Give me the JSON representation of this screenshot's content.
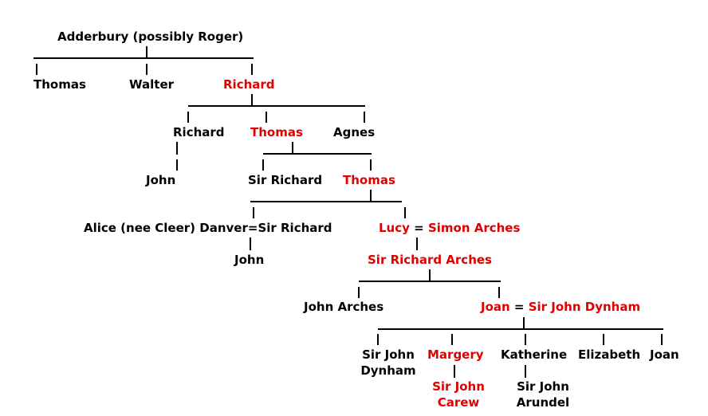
{
  "colors": {
    "lineage": "#e00000",
    "default": "#000000"
  },
  "people": {
    "adderbury": "Adderbury (possibly Roger)",
    "thomas_1": "Thomas",
    "walter": "Walter",
    "richard_1": "Richard",
    "richard_2": "Richard",
    "thomas_2": "Thomas",
    "agnes": "Agnes",
    "john_1": "John",
    "sir_richard_1": "Sir Richard",
    "thomas_3": "Thomas",
    "alice_danver": "Alice (nee Cleer) Danver",
    "marriage_eq_1": "=",
    "sir_richard_2": "Sir Richard",
    "lucy": "Lucy",
    "marriage_eq_2": "=",
    "simon_arches": "Simon Arches",
    "john_2": "John",
    "sir_richard_arches": "Sir Richard Arches",
    "john_arches": "John Arches",
    "joan_1": "Joan",
    "marriage_eq_3": "=",
    "sir_john_dynham": "Sir John Dynham",
    "sir_john_dynham_jr_line1": "Sir John",
    "sir_john_dynham_jr_line2": "Dynham",
    "margery": "Margery",
    "katherine": "Katherine",
    "elizabeth": "Elizabeth",
    "joan_2": "Joan",
    "sir_john_carew_line1": "Sir John",
    "sir_john_carew_line2": "Carew",
    "sir_john_arundel_line1": "Sir John",
    "sir_john_arundel_line2": "Arundel"
  }
}
